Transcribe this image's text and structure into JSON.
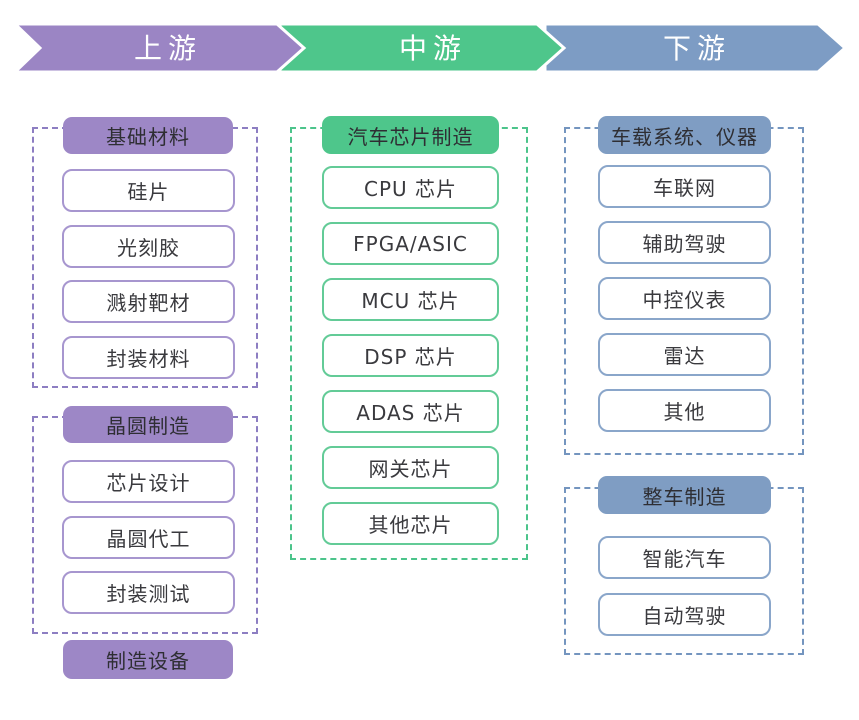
{
  "banner": {
    "segments": [
      {
        "id": "upstream",
        "label": "上游",
        "color": "#9b85c4"
      },
      {
        "id": "midstream",
        "label": "中游",
        "color": "#4ec68b"
      },
      {
        "id": "downstream",
        "label": "下游",
        "color": "#7d9cc4"
      }
    ]
  },
  "upstream": {
    "groups": [
      {
        "title": "基础材料",
        "items": [
          "硅片",
          "光刻胶",
          "溅射靶材",
          "封装材料"
        ]
      },
      {
        "title": "晶圆制造",
        "items": [
          "芯片设计",
          "晶圆代工",
          "封装测试"
        ]
      }
    ],
    "standalone": "制造设备"
  },
  "midstream": {
    "groups": [
      {
        "title": "汽车芯片制造",
        "items": [
          "CPU 芯片",
          "FPGA/ASIC",
          "MCU 芯片",
          "DSP 芯片",
          "ADAS 芯片",
          "网关芯片",
          "其他芯片"
        ]
      }
    ]
  },
  "downstream": {
    "groups": [
      {
        "title": "车载系统、仪器",
        "items": [
          "车联网",
          "辅助驾驶",
          "中控仪表",
          "雷达",
          "其他"
        ]
      },
      {
        "title": "整车制造",
        "items": [
          "智能汽车",
          "自动驾驶"
        ]
      }
    ]
  },
  "colors": {
    "purple_fill": "#9b85c4",
    "purple_border": "#a796cf",
    "purple_dash": "#8d7ec2",
    "green_fill": "#4ec68b",
    "green_border": "#63cb97",
    "green_dash": "#4cc48b",
    "blue_fill": "#7d9cc4",
    "blue_border": "#8aa6ca",
    "blue_dash": "#7495bf",
    "banner_text": "#ffffff",
    "box_text": "#3a3a3e"
  }
}
